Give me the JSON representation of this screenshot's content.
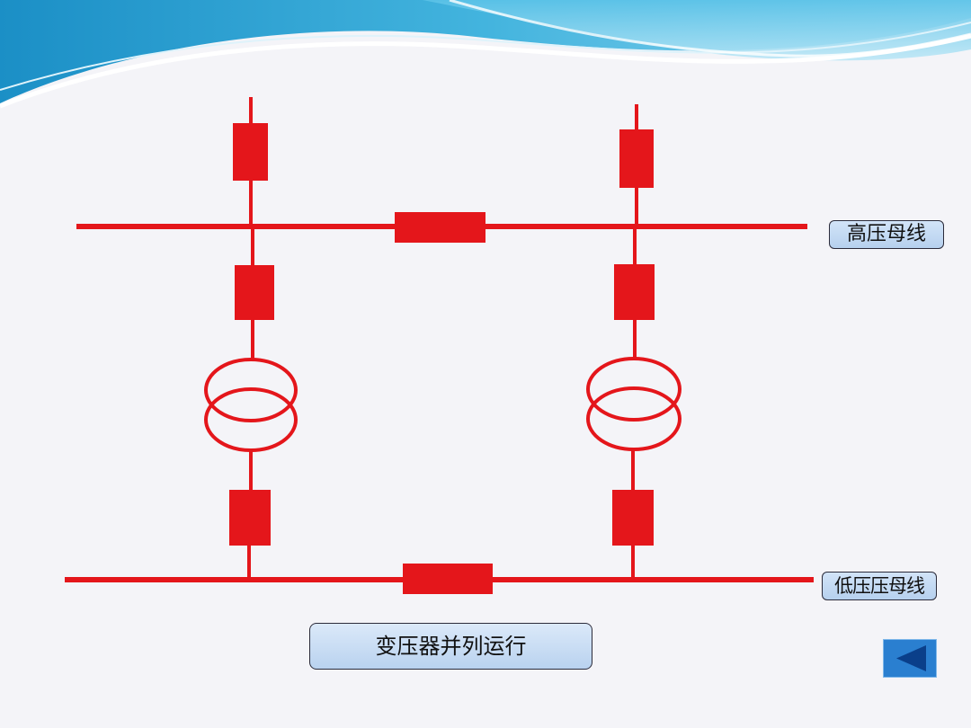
{
  "labels": {
    "high_voltage_bus": "高压母线",
    "low_voltage_bus": "低压压母线"
  },
  "caption": "变压器并列运行",
  "colors": {
    "circuit": "#e4161b",
    "label_fill": "#c5dbf4",
    "back_button": "#2a7fd0",
    "back_arrow": "#0a3f8a",
    "background": "#f4f4f8"
  },
  "icons": {
    "back": "triangle-left-icon"
  }
}
